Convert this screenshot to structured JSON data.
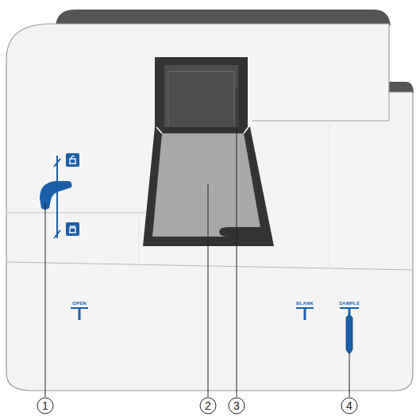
{
  "diagram": {
    "labels": [
      "OPEN",
      "BLANK",
      "SAMPLE",
      "1",
      "2",
      "3",
      "4"
    ]
  }
}
